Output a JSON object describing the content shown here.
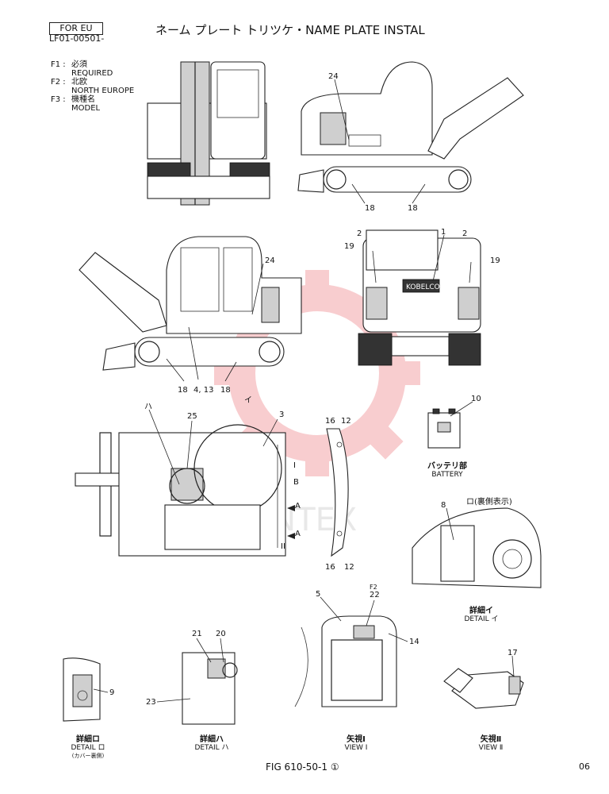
{
  "header": {
    "badge": "FOR EU",
    "code": "LF01-00501-",
    "title": "ネーム プレート トリツケ・NAME PLATE INSTAL"
  },
  "legend": [
    {
      "key": "F1 :",
      "jp": "必須",
      "en": "REQUIRED"
    },
    {
      "key": "F2 :",
      "jp": "北欧",
      "en": "NORTH EUROPE"
    },
    {
      "key": "F3 :",
      "jp": "機種名",
      "en": "MODEL"
    }
  ],
  "callouts": {
    "c24a": "24",
    "c18a": "18",
    "c18b": "18",
    "c2a": "2",
    "c1": "1",
    "c2b": "2",
    "c19a": "19",
    "c19b": "19",
    "c24b": "24",
    "c18c": "18",
    "c413": "4, 13",
    "c18d": "18",
    "c10": "10",
    "cHa": "ハ",
    "cI": "イ",
    "c25": "25",
    "c3": "3",
    "c16a": "16",
    "c12a": "12",
    "c16b": "16",
    "c12b": "12",
    "cI1": "I",
    "cB": "B",
    "cA1": "A",
    "cA2": "A",
    "cII": "II",
    "c8": "8",
    "c5": "5",
    "cF2": "F2",
    "c22": "22",
    "c14": "14",
    "c21": "21",
    "c20": "20",
    "c9": "9",
    "c23": "23",
    "c17": "17"
  },
  "captions": {
    "battery_jp": "バッテリ部",
    "battery_en": "BATTERY",
    "ro_back_jp": "ロ(裏側表示)",
    "detail_i_jp": "詳細イ",
    "detail_i_en": "DETAIL イ",
    "detail_ro_jp": "詳細ロ",
    "detail_ro_en": "DETAIL ロ",
    "detail_ro_note": "(カバー裏側)",
    "detail_ha_jp": "詳細ハ",
    "detail_ha_en": "DETAIL ハ",
    "view1_jp": "矢視Ⅰ",
    "view1_en": "VIEW Ⅰ",
    "view2_jp": "矢視Ⅱ",
    "view2_en": "VIEW Ⅱ"
  },
  "plate_text": {
    "kobelco": "KOBELCO"
  },
  "footer": {
    "figure": "FIG 610-50-1 ①",
    "page": "06"
  }
}
